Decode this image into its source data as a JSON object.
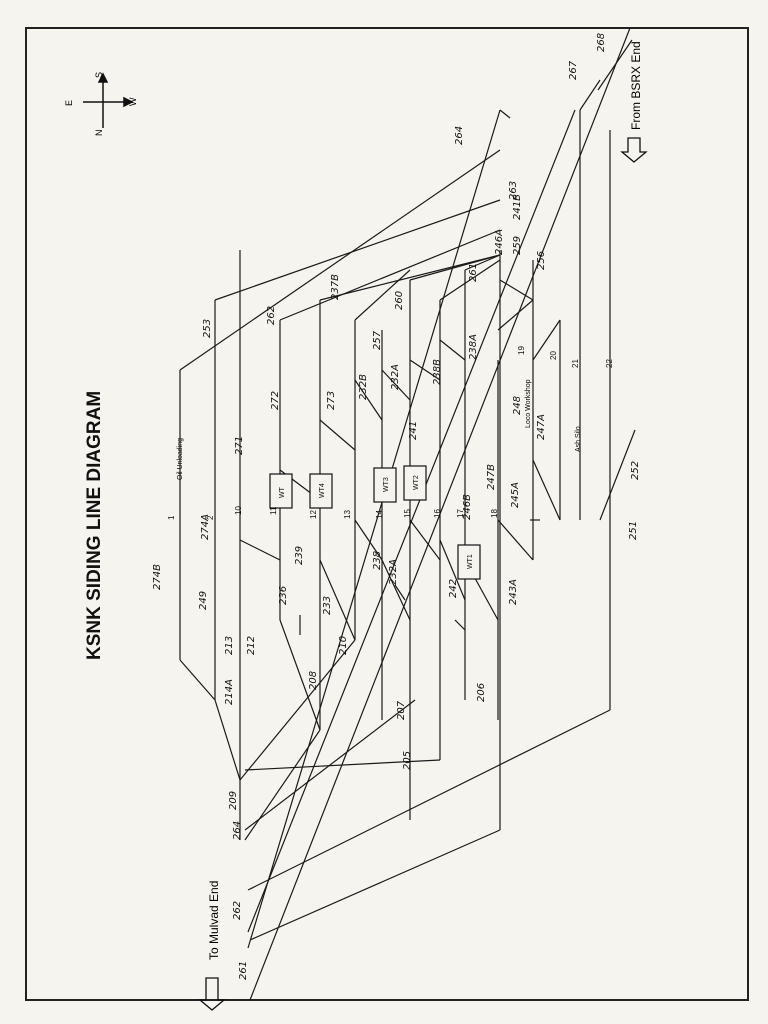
{
  "title": "KSNK SIDING LINE DIAGRAM",
  "compass": {
    "e": "E",
    "s": "S",
    "n": "N",
    "w": "W"
  },
  "ends": {
    "left": "To Mulvad End",
    "right": "From BSRX End"
  },
  "areas": {
    "oil": "Oil Unloading",
    "loco": "Loco Workshop",
    "ash": "Ash Silo"
  },
  "boxes": [
    "WT",
    "WT4",
    "WT3",
    "WT2",
    "WT1"
  ],
  "line_numbers": [
    "1",
    "2",
    "10",
    "11",
    "12",
    "13",
    "14",
    "15",
    "16",
    "17",
    "18",
    "19",
    "20",
    "21",
    "22"
  ],
  "points": [
    "261",
    "262",
    "264",
    "209",
    "205",
    "207",
    "206",
    "208",
    "210",
    "212",
    "214A",
    "213",
    "236",
    "233",
    "232A",
    "239",
    "238",
    "274B",
    "274A",
    "242",
    "243A",
    "245A",
    "247B",
    "247A",
    "248",
    "249",
    "251",
    "252",
    "253",
    "256",
    "257",
    "259",
    "260",
    "261",
    "262",
    "263",
    "264",
    "267",
    "268",
    "271",
    "272",
    "273",
    "232B",
    "232A",
    "237B",
    "238B",
    "238A",
    "241",
    "246B",
    "246A",
    "241B"
  ],
  "colors": {
    "line": "#1a1a1a",
    "paper": "#f5f4ef"
  }
}
